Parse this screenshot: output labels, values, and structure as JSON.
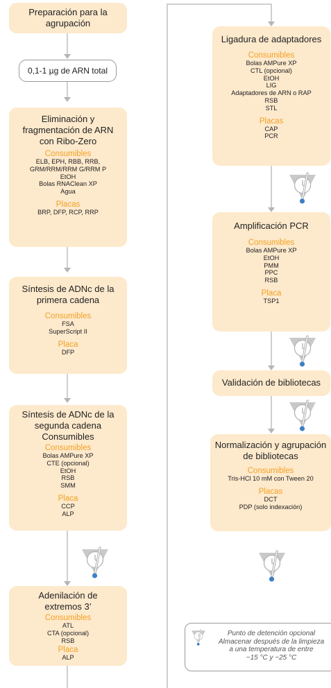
{
  "left": {
    "prep": "Preparación para la agrupación",
    "rna_input": "0,1-1 µg de ARN total",
    "elim": {
      "title": "Eliminación y fragmentación de ARN con Ribo-Zero",
      "consumables_label": "Consumibles",
      "consumables": [
        "ELB, EPH, RBB, RRB,",
        "GRM/RRM/RRM G/RRM P",
        "EtOH",
        "Bolas RNAClean XP",
        "Agua"
      ],
      "plates_label": "Placas",
      "plates": [
        "BRP, DFP, RCP, RRP"
      ]
    },
    "first": {
      "title": "Síntesis de ADNc de la primera cadena",
      "consumables_label": "Consumibles",
      "consumables": [
        "FSA",
        "SuperScript II"
      ],
      "plates_label": "Placa",
      "plates": [
        "DFP"
      ]
    },
    "second": {
      "title": "Síntesis de ADNc de la segunda cadena Consumibles",
      "consumables_label": "Consumibles",
      "consumables": [
        "Bolas AMPure XP",
        "CTE (opcional)",
        "EtOH",
        "RSB",
        "SMM"
      ],
      "plates_label": "Placa",
      "plates": [
        "CCP",
        "ALP"
      ]
    },
    "adenyl": {
      "title": "Adenilación de extremos 3’",
      "consumables_label": "Consumibles",
      "consumables": [
        "ATL",
        "CTA (opcional)",
        "RSB"
      ],
      "plates_label": "Placa",
      "plates": [
        "ALP"
      ]
    }
  },
  "right": {
    "ligation": {
      "title": "Ligadura de adaptadores",
      "consumables_label": "Consumibles",
      "consumables": [
        "Bolas AMPure XP",
        "CTL (opcional)",
        "EtOH",
        "LIG",
        "Adaptadores de ARN o RAP",
        "RSB",
        "STL"
      ],
      "plates_label": "Placas",
      "plates": [
        "CAP",
        "PCR"
      ]
    },
    "pcr": {
      "title": "Amplificación PCR",
      "consumables_label": "Consumibles",
      "consumables": [
        "Bolas AMPure XP",
        "EtOH",
        "PMM",
        "PPC",
        "RSB"
      ],
      "plates_label": "Placa",
      "plates": [
        "TSP1"
      ]
    },
    "validation": {
      "title": "Validación de bibliotecas"
    },
    "normal": {
      "title": "Normalización y agrupación de bibliotecas",
      "consumables_label": "Consumibles",
      "consumables": [
        "Tris-HCl 10 mM con Tween 20"
      ],
      "plates_label": "Placas",
      "plates": [
        "DCT",
        "PDP (solo indexación)"
      ]
    }
  },
  "legend": {
    "lines": [
      "Punto de detención opcional",
      "Almacenar después de la limpieza",
      "a una temperatura de entre",
      "−15 °C y −25 °C"
    ]
  },
  "colors": {
    "box": "#fde9cc",
    "accent": "#f3a122",
    "connector": "#b5b5b5",
    "thermo_bulb": "#3d7fc6"
  }
}
